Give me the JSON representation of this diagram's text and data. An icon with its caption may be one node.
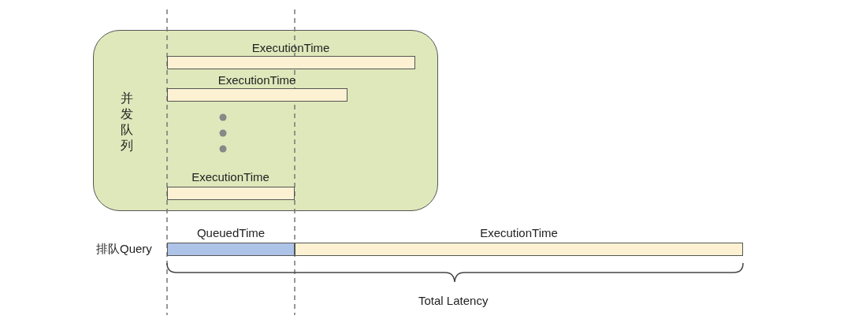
{
  "diagram": {
    "nodes": [
      {
        "text": [
          "并发队列"
        ]
      },
      {
        "text": [
          "ExecutionTime"
        ],
        "in": 0
      },
      {
        "text": [
          "ExecutionTime"
        ],
        "in": 0
      },
      {
        "text": [
          "ExecutionTime"
        ],
        "in": 0
      },
      {
        "text": [
          "QueuedTime"
        ]
      },
      {
        "text": [
          "ExecutionTime"
        ]
      }
    ],
    "labels": [
      "排队Query",
      "Total Latency"
    ]
  }
}
